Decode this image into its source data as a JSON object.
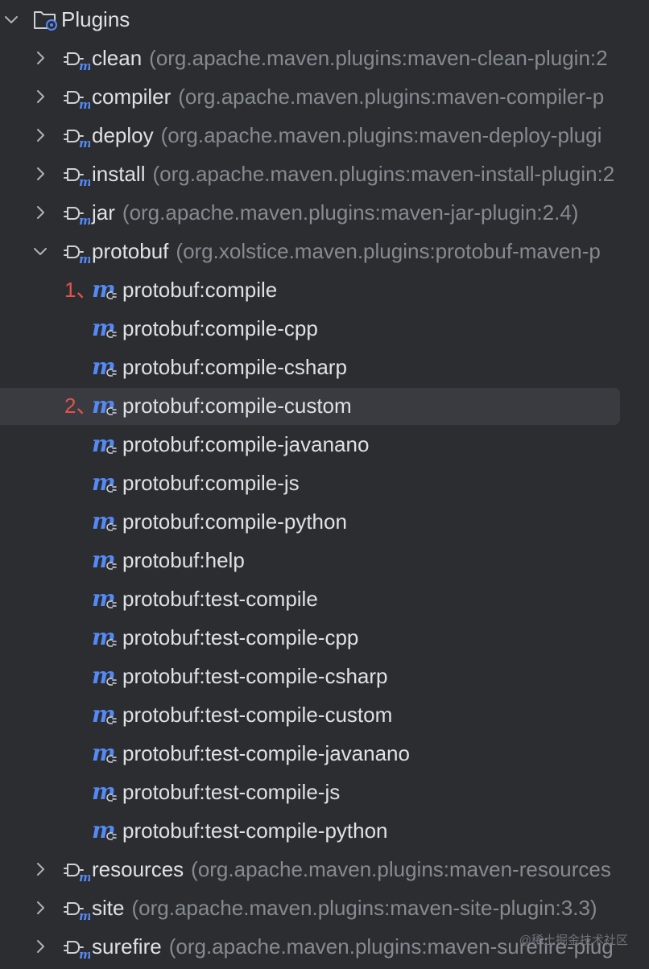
{
  "root": {
    "label": "Plugins",
    "expanded": true,
    "icon": "folder-settings-icon"
  },
  "plugins_before": [
    {
      "id": "clean",
      "name": "clean",
      "coord": "(org.apache.maven.plugins:maven-clean-plugin:2"
    },
    {
      "id": "compiler",
      "name": "compiler",
      "coord": "(org.apache.maven.plugins:maven-compiler-p"
    },
    {
      "id": "deploy",
      "name": "deploy",
      "coord": "(org.apache.maven.plugins:maven-deploy-plugi"
    },
    {
      "id": "install",
      "name": "install",
      "coord": "(org.apache.maven.plugins:maven-install-plugin:2"
    },
    {
      "id": "jar",
      "name": "jar",
      "coord": "(org.apache.maven.plugins:maven-jar-plugin:2.4)"
    }
  ],
  "protobuf": {
    "name": "protobuf",
    "coord": "(org.xolstice.maven.plugins:protobuf-maven-p",
    "expanded": true,
    "goals": [
      {
        "label": "protobuf:compile",
        "marker": "1、"
      },
      {
        "label": "protobuf:compile-cpp",
        "marker": ""
      },
      {
        "label": "protobuf:compile-csharp",
        "marker": ""
      },
      {
        "label": "protobuf:compile-custom",
        "marker": "2、",
        "selected": true
      },
      {
        "label": "protobuf:compile-javanano",
        "marker": ""
      },
      {
        "label": "protobuf:compile-js",
        "marker": ""
      },
      {
        "label": "protobuf:compile-python",
        "marker": ""
      },
      {
        "label": "protobuf:help",
        "marker": ""
      },
      {
        "label": "protobuf:test-compile",
        "marker": ""
      },
      {
        "label": "protobuf:test-compile-cpp",
        "marker": ""
      },
      {
        "label": "protobuf:test-compile-csharp",
        "marker": ""
      },
      {
        "label": "protobuf:test-compile-custom",
        "marker": ""
      },
      {
        "label": "protobuf:test-compile-javanano",
        "marker": ""
      },
      {
        "label": "protobuf:test-compile-js",
        "marker": ""
      },
      {
        "label": "protobuf:test-compile-python",
        "marker": ""
      }
    ]
  },
  "plugins_after": [
    {
      "id": "resources",
      "name": "resources",
      "coord": "(org.apache.maven.plugins:maven-resources"
    },
    {
      "id": "site",
      "name": "site",
      "coord": "(org.apache.maven.plugins:maven-site-plugin:3.3)"
    },
    {
      "id": "surefire",
      "name": "surefire",
      "coord": "(org.apache.maven.plugins:maven-surefire-plug"
    }
  ],
  "watermark": "@稀土掘金技术社区",
  "colors": {
    "background": "#2b2d30",
    "selection": "#393b40",
    "text": "#dfe1e5",
    "coordinate_text": "#868a91",
    "maven_icon": "#548af7",
    "marker": "#e5534b"
  }
}
